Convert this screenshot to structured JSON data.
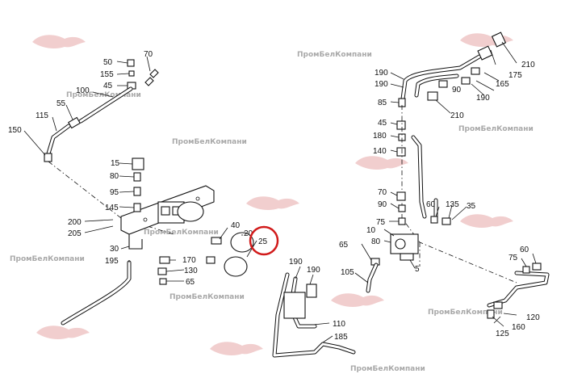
{
  "watermark": {
    "text": "ПромБелКомпани",
    "color": "#a9a9a9",
    "logo_color": "#e6a6a6"
  },
  "highlight": {
    "label": "25",
    "color": "#d11a1a"
  },
  "labels": {
    "l50": "50",
    "l70": "70",
    "l155": "155",
    "l45a": "45",
    "l100": "100",
    "l55": "55",
    "l115": "115",
    "l150": "150",
    "l15": "15",
    "l80a": "80",
    "l95": "95",
    "l145": "145",
    "l200": "200",
    "l205": "205",
    "l30": "30",
    "l195": "195",
    "l170": "170",
    "l130": "130",
    "l65a": "65",
    "l40": "40",
    "l20": "20",
    "l190a": "190",
    "l190b": "190",
    "l85": "85",
    "l45b": "45",
    "l180": "180",
    "l140": "140",
    "l70b": "70",
    "l90a": "90",
    "l75a": "75",
    "l10": "10",
    "l60a": "60",
    "l135": "135",
    "l35": "35",
    "l80b": "80",
    "l65b": "65",
    "l105": "105",
    "l5": "5",
    "l210a": "210",
    "l175": "175",
    "l165": "165",
    "l90b": "90",
    "l190c": "190",
    "l210b": "210",
    "l190d": "190",
    "l190e": "190",
    "l110": "110",
    "l185": "185",
    "l60b": "60",
    "l75b": "75",
    "l120": "120",
    "l160": "160",
    "l125": "125"
  }
}
